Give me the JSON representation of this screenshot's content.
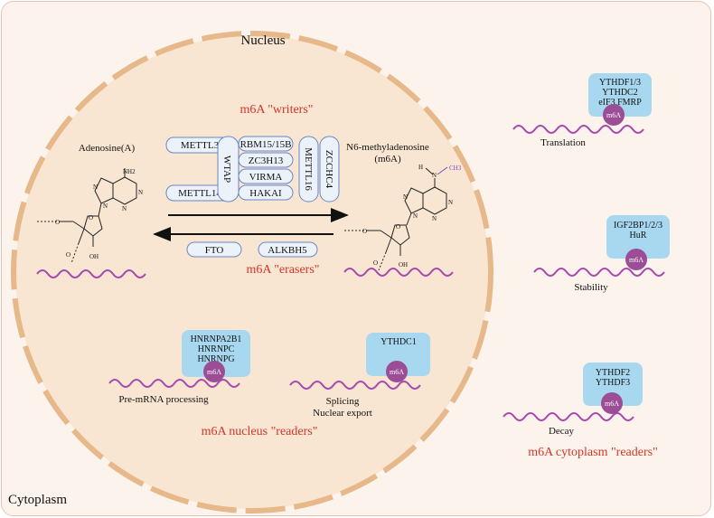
{
  "colors": {
    "nucleus_fill": "#f9e6d2",
    "membrane": "#e6b88a",
    "protein_box": "#ecf2fa",
    "protein_border": "#6b86c2",
    "reader_fill": "#a8d8f0",
    "m6a_fill": "#9b4d96",
    "rna": "#a64ab0",
    "title_red": "#d4352a"
  },
  "labels": {
    "nucleus": "Nucleus",
    "cytoplasm": "Cytoplasm",
    "writers": "m6A \"writers\"",
    "erasers": "m6A \"erasers\"",
    "nucleus_readers": "m6A nucleus \"readers\"",
    "cytoplasm_readers": "m6A cytoplasm \"readers\""
  },
  "molecules": {
    "adenosine": {
      "name": "Adenosine(A)",
      "nh2": "NH2",
      "oh": "OH",
      "o": "O",
      "n": "N"
    },
    "m6a": {
      "name_line1": "N6-methyladenosine",
      "name_line2": "(m6A)",
      "h": "H",
      "ch3": "CH3",
      "oh": "OH",
      "o": "O",
      "n": "N"
    }
  },
  "writers": {
    "mettl3": "METTL3",
    "mettl14": "METTL14",
    "wtap": "WTAP",
    "rbm15": "RBM15/15B",
    "zc3h13": "ZC3H13",
    "virma": "VIRMA",
    "hakai": "HAKAI",
    "mettl16": "METTL16",
    "zcchc4": "ZCCHC4"
  },
  "erasers": {
    "fto": "FTO",
    "alkbh5": "ALKBH5"
  },
  "nucleus_readers": [
    {
      "proteins": [
        "HNRNPA2B1",
        "HNRNPC",
        "HNRNPG"
      ],
      "badge": "m6A",
      "function": [
        "Pre-mRNA processing"
      ]
    },
    {
      "proteins": [
        "YTHDC1"
      ],
      "badge": "m6A",
      "function": [
        "Splicing",
        "Nuclear export"
      ]
    }
  ],
  "cytoplasm_readers": [
    {
      "proteins": [
        "YTHDF1/3",
        "YTHDC2",
        "eIF3,FMRP"
      ],
      "badge": "m6A",
      "function": "Translation"
    },
    {
      "proteins": [
        "IGF2BP1/2/3",
        "HuR"
      ],
      "badge": "m6A",
      "function": "Stability"
    },
    {
      "proteins": [
        "YTHDF2",
        "YTHDF3"
      ],
      "badge": "m6A",
      "function": "Decay"
    }
  ]
}
